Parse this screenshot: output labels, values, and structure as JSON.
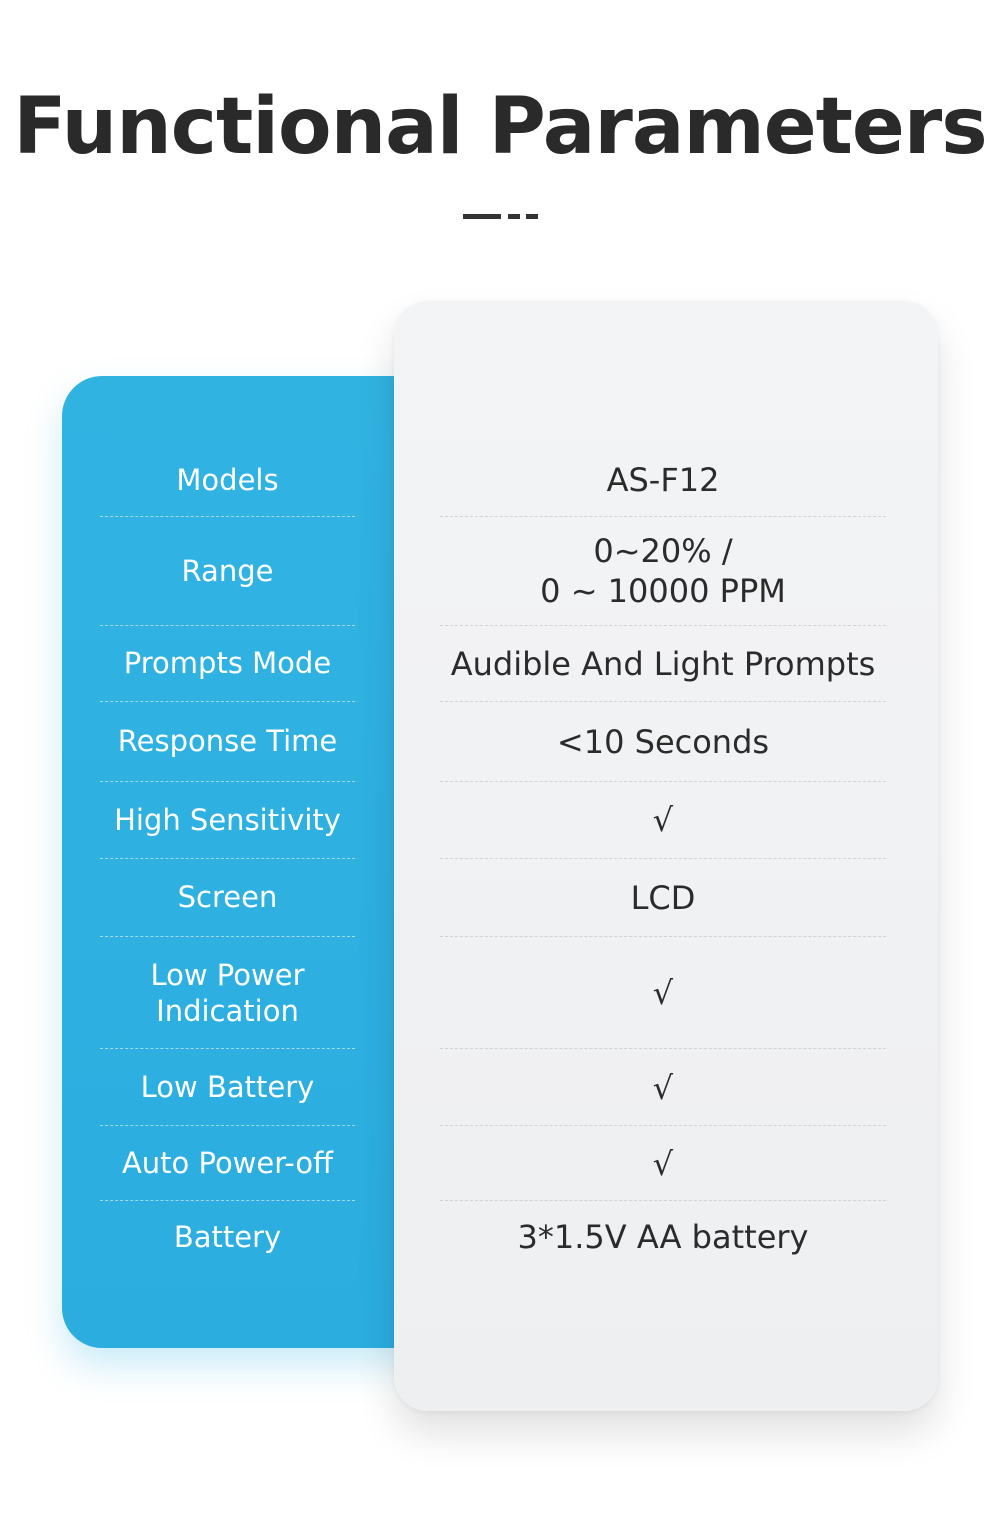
{
  "title": "Functional Parameters",
  "colors": {
    "accent": "#31b3e2",
    "card": "#f2f3f5",
    "title": "#2a2a2a"
  },
  "rows": [
    {
      "label": "Models",
      "value": "AS-F12"
    },
    {
      "label": "Range",
      "value": "0~20% /\n0 ~ 10000 PPM"
    },
    {
      "label": "Prompts Mode",
      "value": "Audible And Light Prompts"
    },
    {
      "label": "Response Time",
      "value": "<10 Seconds"
    },
    {
      "label": "High Sensitivity",
      "value": "√"
    },
    {
      "label": "Screen",
      "value": "LCD"
    },
    {
      "label": "Low Power\nIndication",
      "value": "√"
    },
    {
      "label": "Low Battery",
      "value": "√"
    },
    {
      "label": "Auto Power-off",
      "value": "√"
    },
    {
      "label": "Battery",
      "value": "3*1.5V AA battery"
    }
  ]
}
